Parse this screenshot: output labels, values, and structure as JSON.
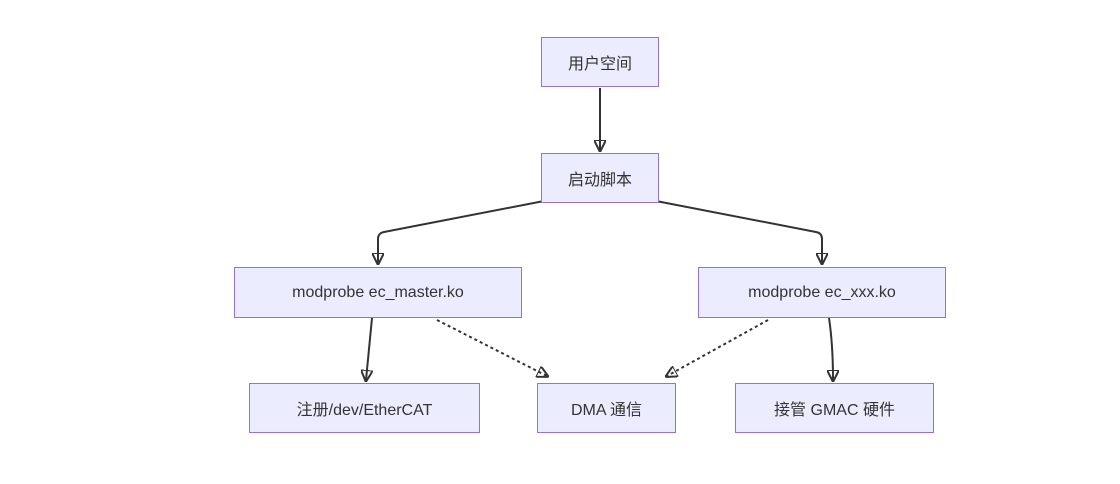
{
  "diagram": {
    "type": "flowchart",
    "background": "#ffffff",
    "theme": {
      "node_fill": "#ECECFF",
      "node_border": "#9370DB",
      "text_color": "#333333",
      "edge_color": "#333333"
    },
    "nodes": [
      {
        "id": "user-space",
        "label": "用户空间"
      },
      {
        "id": "boot-script",
        "label": "启动脚本"
      },
      {
        "id": "modprobe-ec-master",
        "label": "modprobe ec_master.ko"
      },
      {
        "id": "modprobe-ec-xxx",
        "label": "modprobe ec_xxx.ko"
      },
      {
        "id": "register-dev-ethercat",
        "label": "注册/dev/EtherCAT"
      },
      {
        "id": "dma-comm",
        "label": "DMA 通信"
      },
      {
        "id": "takeover-gmac",
        "label": "接管 GMAC 硬件"
      }
    ],
    "edges": [
      {
        "from": "用户空间",
        "to": "启动脚本",
        "style": "solid",
        "arrow": true
      },
      {
        "from": "启动脚本",
        "to": "modprobe ec_master.ko",
        "style": "solid",
        "arrow": true
      },
      {
        "from": "启动脚本",
        "to": "modprobe ec_xxx.ko",
        "style": "solid",
        "arrow": true
      },
      {
        "from": "modprobe ec_master.ko",
        "to": "注册/dev/EtherCAT",
        "style": "solid",
        "arrow": true
      },
      {
        "from": "modprobe ec_master.ko",
        "to": "DMA 通信",
        "style": "dotted",
        "arrow": true
      },
      {
        "from": "modprobe ec_xxx.ko",
        "to": "DMA 通信",
        "style": "dotted",
        "arrow": true
      },
      {
        "from": "modprobe ec_xxx.ko",
        "to": "接管 GMAC 硬件",
        "style": "solid",
        "arrow": true
      }
    ]
  }
}
